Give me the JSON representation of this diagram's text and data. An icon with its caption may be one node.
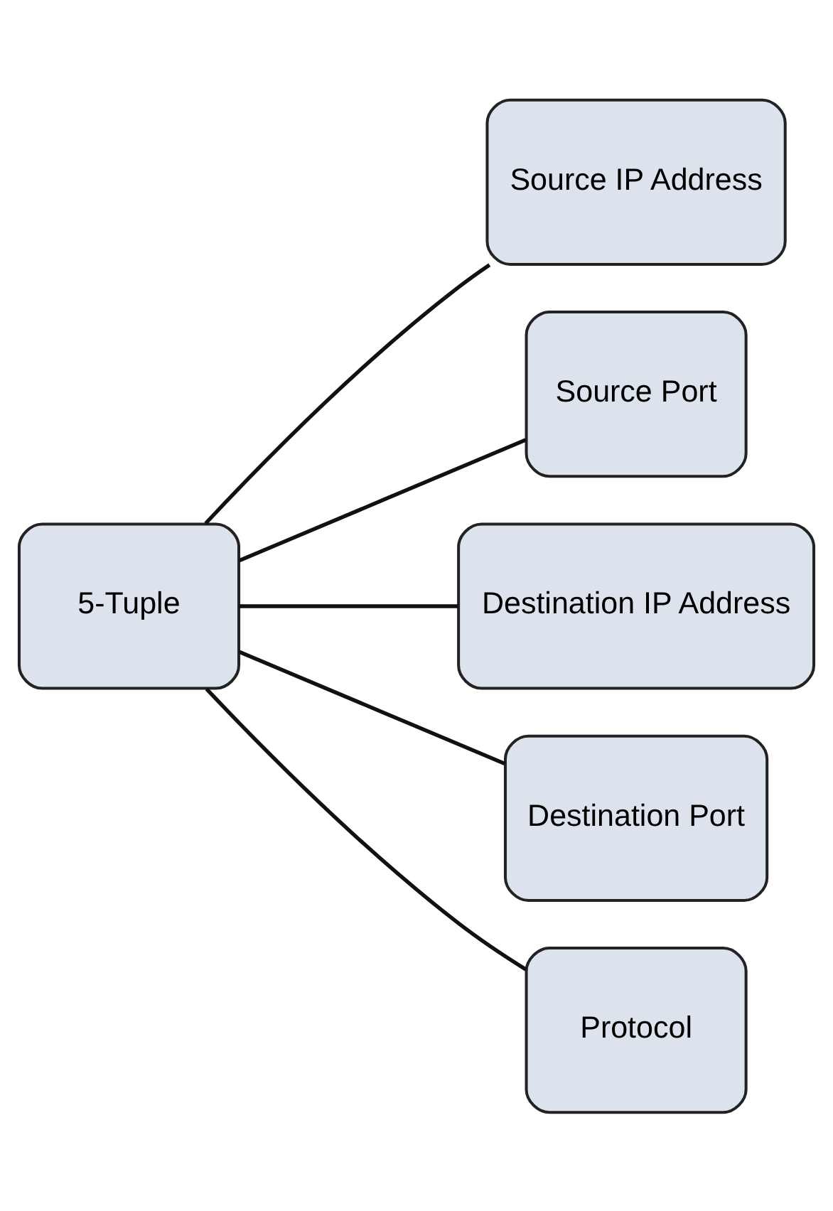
{
  "diagram": {
    "nodes": [
      {
        "text": [
          "5-Tuple"
        ]
      },
      {
        "text": [
          "Source IP Address"
        ]
      },
      {
        "text": [
          "Source Port"
        ]
      },
      {
        "text": [
          "Destination IP Address"
        ]
      },
      {
        "text": [
          "Destination Port"
        ]
      },
      {
        "text": [
          "Protocol"
        ]
      }
    ],
    "edges": [
      {
        "from": 0,
        "to": 1,
        "arrow": "none"
      },
      {
        "from": 0,
        "to": 2,
        "arrow": "none"
      },
      {
        "from": 0,
        "to": 3,
        "arrow": "none"
      },
      {
        "from": 0,
        "to": 4,
        "arrow": "none"
      },
      {
        "from": 0,
        "to": 5,
        "arrow": "none"
      }
    ]
  }
}
